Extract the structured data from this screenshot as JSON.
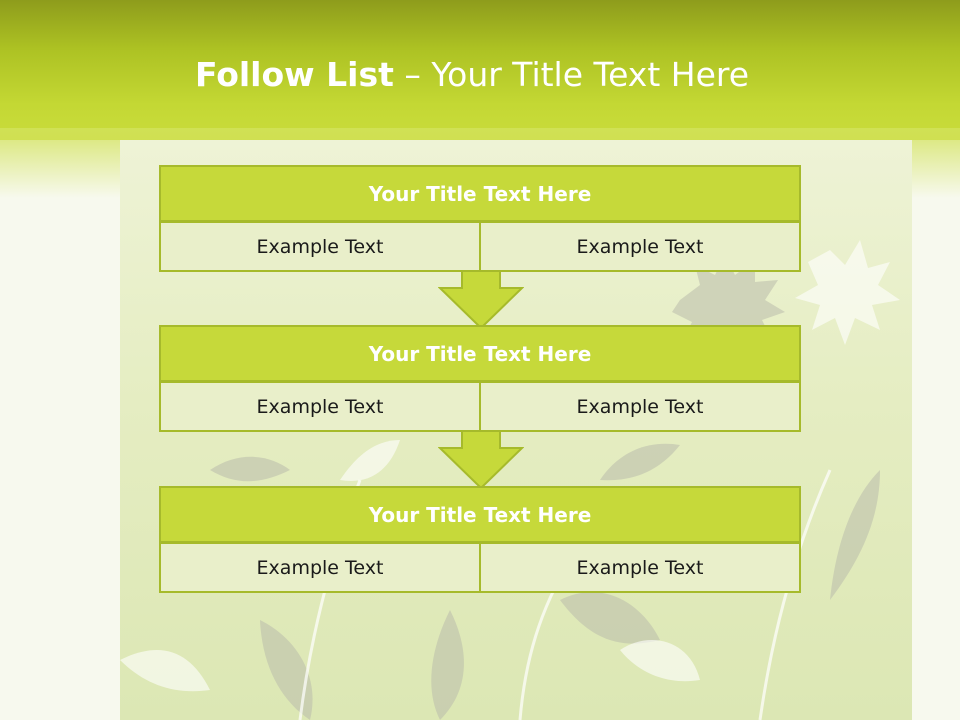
{
  "title": {
    "bold": "Follow List",
    "rest": " – Your Title Text Here"
  },
  "steps": [
    {
      "title": "Your Title Text Here",
      "left": "Example Text",
      "right": "Example Text"
    },
    {
      "title": "Your Title Text Here",
      "left": "Example Text",
      "right": "Example Text"
    },
    {
      "title": "Your Title Text Here",
      "left": "Example Text",
      "right": "Example Text"
    }
  ],
  "colors": {
    "header": "#adc223",
    "title_fill": "#c6d93a",
    "cell_fill": "#e9efca",
    "border": "#a6ba2b",
    "arrow_fill": "#c6d93a"
  }
}
